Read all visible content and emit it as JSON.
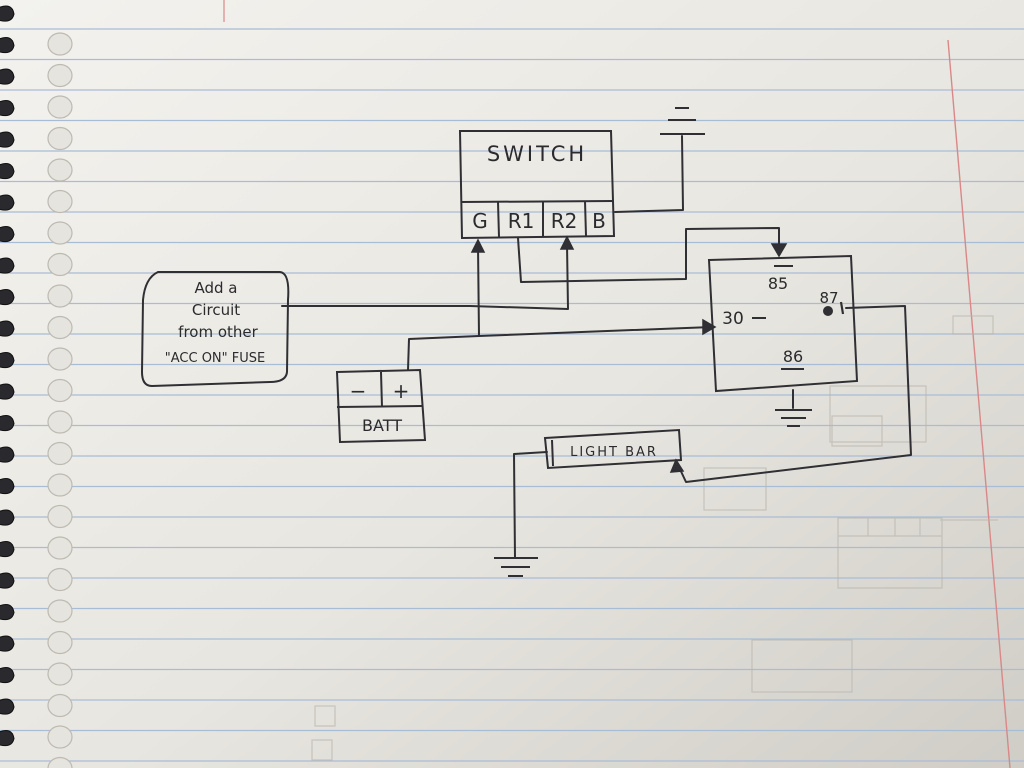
{
  "switch": {
    "title": "SWITCH",
    "terminals": [
      "G",
      "R1",
      "R2",
      "B"
    ]
  },
  "relay": {
    "pin_85": "85",
    "pin_87": "87",
    "pin_30": "30",
    "pin_86": "86"
  },
  "battery": {
    "label": "BATT",
    "neg": "−",
    "pos": "+"
  },
  "light_bar": {
    "label": "LIGHT BAR"
  },
  "note": {
    "lines": [
      "Add a",
      "Circuit",
      "from other",
      "\"ACC ON\" FUSE"
    ]
  },
  "ground_symbol": "ground-symbol"
}
